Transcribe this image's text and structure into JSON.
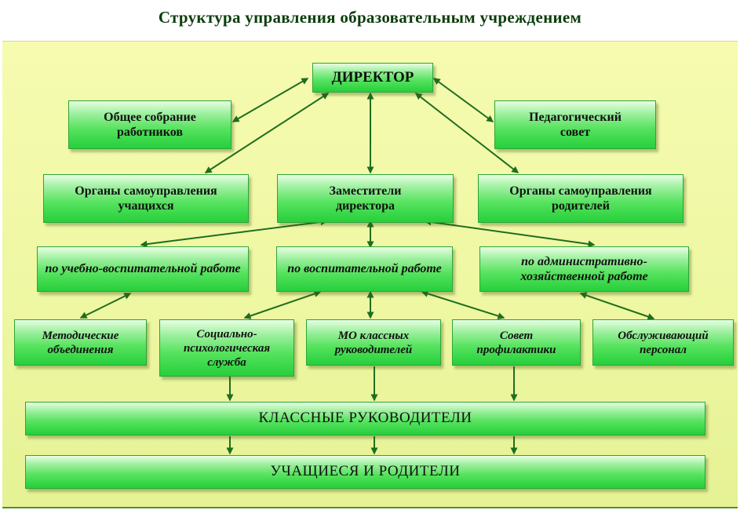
{
  "title": "Структура управления образовательным учреждением",
  "boxes": {
    "director": "ДИРЕКТОР",
    "general_meeting": "Общее собрание работников",
    "ped_council": "Педагогический совет",
    "student_self_gov": "Органы самоуправления учащихся",
    "deputies": "Заместители директора",
    "parent_self_gov": "Органы самоуправления родителей",
    "edu_work": "по учебно-воспитательной работе",
    "upbringing_work": "по воспитательной работе",
    "admin_work": "по административно-хозяйственной работе",
    "method_assoc": "Методические объединения",
    "social_psych": "Социально-психологическая служба",
    "mo_class": "МО классных руководителей",
    "prevention": "Совет профилактики",
    "service_staff": "Обслуживающий персонал",
    "class_teachers": "КЛАССНЫЕ РУКОВОДИТЕЛИ",
    "students_parents": "УЧАЩИЕСЯ И РОДИТЕЛИ"
  },
  "colors": {
    "arrow": "#1f6e1f",
    "box_border": "#2ea43a",
    "title": "#0b3d0b",
    "background": "#f2f8a6"
  }
}
